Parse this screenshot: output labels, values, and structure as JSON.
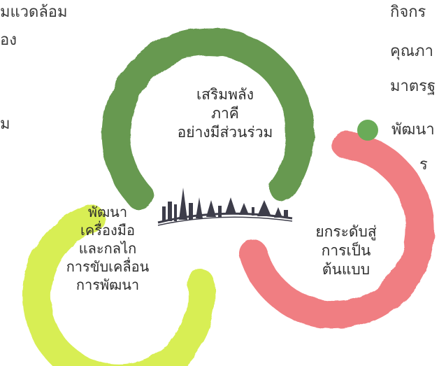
{
  "left_text": {
    "lines": [
      "มแวดล้อม",
      "อง",
      "ม"
    ]
  },
  "right_text": {
    "lines": [
      "กิจกร",
      "คุณภา",
      "มาตรฐ"
    ],
    "bullet_text": "พัฒนา",
    "bullet_sub": "ร"
  },
  "rings": {
    "top": {
      "lines": [
        "เสริมพลัง",
        "ภาคี",
        "อย่างมีส่วนร่วม"
      ],
      "color": "#5e9447"
    },
    "left": {
      "lines": [
        "พัฒนา",
        "เครื่องมือ",
        "และกลไก",
        "การขับเคลื่อน",
        "การพัฒนา"
      ],
      "color": "#d6ee4c"
    },
    "right": {
      "lines": [
        "ยกระดับสู่",
        "การเป็น",
        "ต้นแบบ"
      ],
      "color": "#f0787c"
    }
  },
  "colors": {
    "bullet": "#6aab58",
    "skyline": "#3d3d4a"
  },
  "icons": {
    "center": "bangkok-skyline-icon"
  }
}
